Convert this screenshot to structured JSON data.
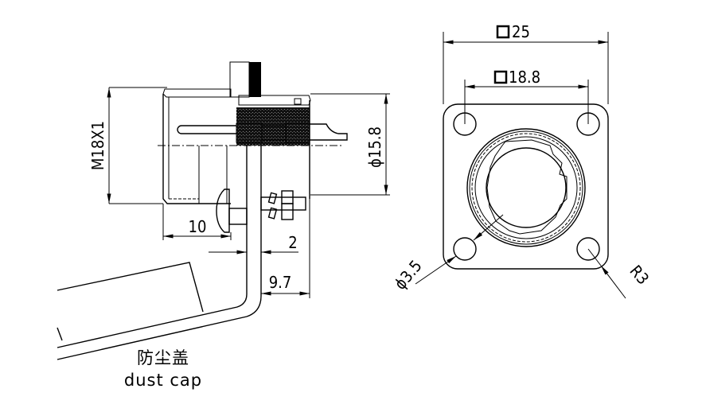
{
  "side_view": {
    "thread_label": "M18X1",
    "diameter_label": "ϕ15.8",
    "length_label": "10",
    "panel_label": "2",
    "depth_label": "9.7"
  },
  "front_view": {
    "outer_square_label": "25",
    "hole_spacing_label": "18.8",
    "hole_diameter_label": "ϕ3.5",
    "corner_radius_label": "R3"
  },
  "dust_cap": {
    "label_cn": "防尘盖",
    "label_en": "dust cap"
  }
}
